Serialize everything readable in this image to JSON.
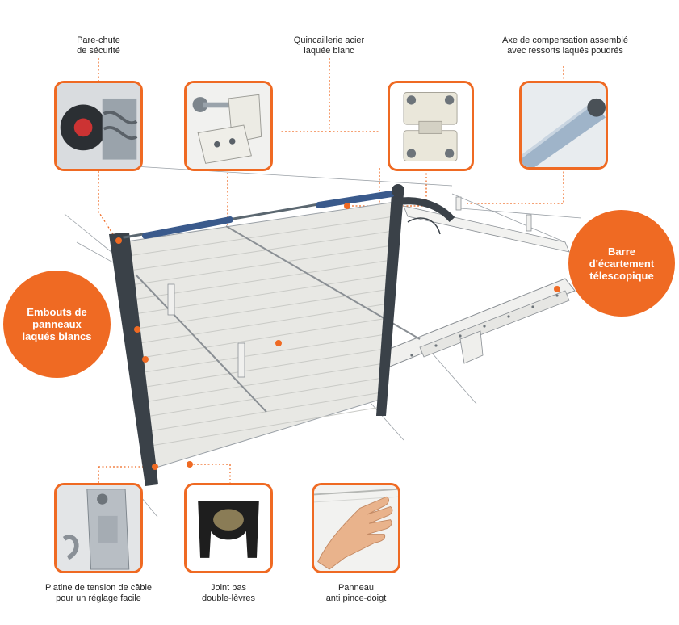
{
  "colors": {
    "accent": "#ef6a23",
    "panel": "#e8e8e4",
    "frame": "#3a4148",
    "rail": "#f0f0ee"
  },
  "labels": {
    "top": [
      {
        "id": "pare-chute",
        "lines": [
          "Pare-chute",
          "de sécurité"
        ]
      },
      {
        "id": "quincaillerie",
        "lines": [
          "Quincaillerie acier",
          "laquée blanc"
        ]
      },
      {
        "id": "axe",
        "lines": [
          "Axe de compensation assemblé",
          "avec ressorts laqués poudrés"
        ]
      }
    ],
    "bottom": [
      {
        "id": "platine",
        "lines": [
          "Platine de tension de câble",
          "pour un réglage facile"
        ]
      },
      {
        "id": "joint",
        "lines": [
          "Joint bas",
          "double-lèvres"
        ]
      },
      {
        "id": "panneau",
        "lines": [
          "Panneau",
          "anti pince-doigt"
        ]
      }
    ],
    "callouts": [
      {
        "id": "embouts",
        "lines": [
          "Embouts de",
          "panneaux",
          "laqués blancs"
        ]
      },
      {
        "id": "barre",
        "lines": [
          "Barre",
          "d'écartement",
          "télescopique"
        ]
      }
    ]
  },
  "thumbnails": [
    {
      "id": "pare-chute-photo",
      "icon": "safety-brake-icon"
    },
    {
      "id": "hinge-photo",
      "icon": "hinge-bracket-icon"
    },
    {
      "id": "plate-photo",
      "icon": "hinge-plate-icon"
    },
    {
      "id": "axe-photo",
      "icon": "spring-shaft-icon"
    },
    {
      "id": "platine-photo",
      "icon": "cable-tension-plate-icon"
    },
    {
      "id": "joint-photo",
      "icon": "bottom-seal-icon"
    },
    {
      "id": "panneau-photo",
      "icon": "hand-on-panel-icon"
    }
  ]
}
